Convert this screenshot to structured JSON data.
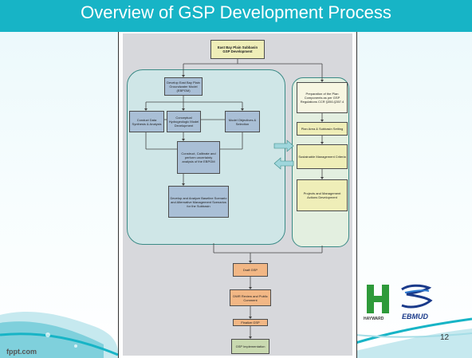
{
  "slide": {
    "title": "Overview of GSP Development Process",
    "page_number": "12",
    "footer_tag": "fppt.com",
    "colors": {
      "title_bar": "#17b4c6",
      "accent": "#3a8a86"
    }
  },
  "diagram": {
    "top": {
      "title": "East Bay Plain Subbasin",
      "subtitle": "GSP Development"
    },
    "left_group": {
      "develop_model": "Develop East Bay Plain Groundwater Model (EBPGM)",
      "data_synthesis": "Conduct Data Synthesis & Analysis",
      "conceptual_model": "Conceptual Hydrogeologic Model Development",
      "model_objectives": "Model Objectives & Selection",
      "construct_calibrate": "Construct, Calibrate and perform uncertainty analysis of the EBPGM",
      "develop_scenarios": "Develop and Analyze Baseline Scenario and Alternative Management Scenarios for the Subbasin"
    },
    "right_group": {
      "preparation": "Preparation of the Plan Components as per GSP Regulations CCR §350-§357.4",
      "plan_area": "Plan Area & Subbasin Setting",
      "sustainable": "Sustainable Management Criteria",
      "projects": "Projects and Management Actions Development"
    },
    "bottom": {
      "draft": "Draft GSP",
      "dwr_review": "DWR Review and Public Comment",
      "finalize": "Finalize GSP",
      "implementation": "GSP Implementation"
    }
  },
  "logos": {
    "hayward": {
      "text": "HAYWARD",
      "icon": "hayward-h-logo",
      "color": "#2e9a3a"
    },
    "ebmud": {
      "text": "EBMUD",
      "icon": "ebmud-logo",
      "color": "#1a3a8a"
    }
  }
}
